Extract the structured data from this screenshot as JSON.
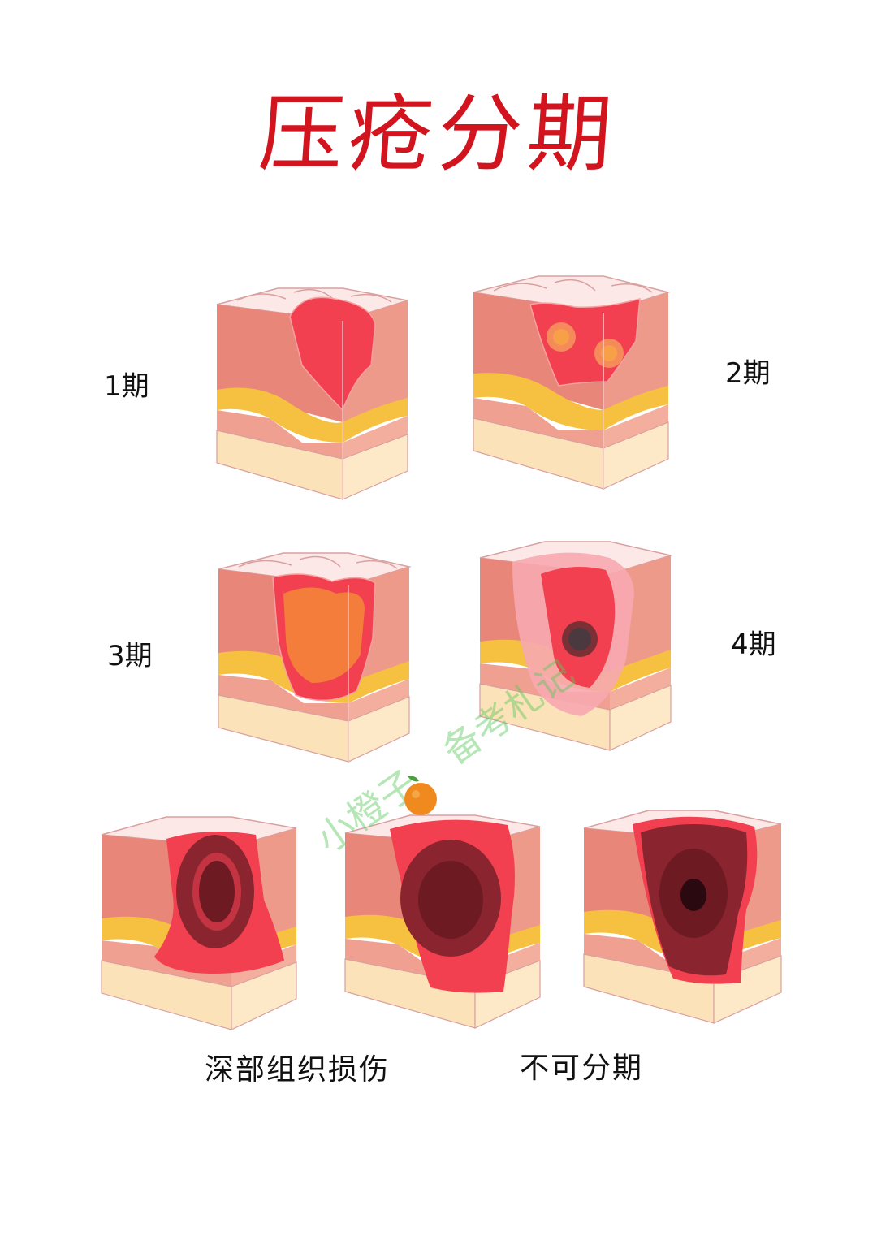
{
  "title": "压疮分期",
  "stages": [
    {
      "label": "1期"
    },
    {
      "label": "2期"
    },
    {
      "label": "3期"
    },
    {
      "label": "4期"
    }
  ],
  "bottom_captions": {
    "deep_tissue": "深部组织损伤",
    "unstageable": "不可分期"
  },
  "watermark": {
    "left": "小橙子",
    "right": "备考札记",
    "icon": "orange-icon"
  },
  "colors": {
    "title": "#d2141e",
    "skin": "#e8867a",
    "fat": "#f6c040",
    "muscle": "#f0a090",
    "bone": "#fbe2b8",
    "wound_red": "#f24050",
    "wound_orange": "#f57d3c",
    "wound_dark": "#6e1a22"
  }
}
